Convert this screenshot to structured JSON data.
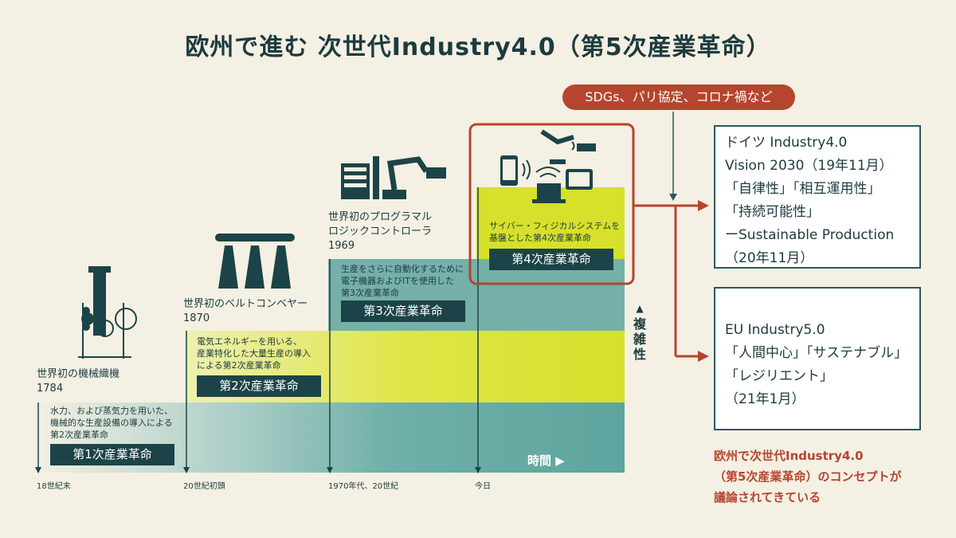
{
  "title": "欧州で進む 次世代Industry4.0（第5次産業革命）",
  "eras": [
    {
      "label": "世界初の機械織機",
      "year": "1784",
      "desc": [
        "水力、および蒸気力を用いた、",
        "機械的な生産設備の導入による",
        "第2次産業革命"
      ],
      "revolution": "第1次産業革命",
      "axis_label": "18世紀末"
    },
    {
      "label": "世界初のベルトコンベヤー",
      "year": "1870",
      "desc": [
        "電気エネルギーを用いる、",
        "産業特化した大量生産の導入",
        "による第2次産業革命"
      ],
      "revolution": "第2次産業革命",
      "axis_label": "20世紀初頭"
    },
    {
      "label": "世界初のプログラマル",
      "label2": "ロジックコントローラ",
      "year": "1969",
      "desc": [
        "生産をさらに自動化するために",
        "電子機器およびITを使用した",
        "第3次産業革命"
      ],
      "revolution": "第3次産業革命",
      "axis_label": "1970年代、20世紀"
    },
    {
      "desc": [
        "サイバー・フィジカルシステムを",
        "基盤とした第4次産業革命"
      ],
      "revolution": "第4次産業革命",
      "axis_label": "今日"
    }
  ],
  "time_label": "時間 ▶",
  "complexity_arrow": "▲",
  "complexity_label": [
    "複",
    "雑",
    "性"
  ],
  "sdgs_label": "SDGs、パリ協定、コロナ禍など",
  "germany_box": [
    "ドイツ Industry4.0",
    "Vision 2030（19年11月）",
    "「自律性」「相互運用性」",
    "「持続可能性」",
    "ーSustainable Production",
    "（20年11月）"
  ],
  "eu_box": [
    "EU Industry5.0",
    "「人間中心」「サステナブル」",
    "「レジリエント」",
    "（21年1月）"
  ],
  "note": [
    "欧州で次世代Industry4.0",
    "（第5次産業革命）のコンセプトが",
    "議論されてきている"
  ],
  "colors": {
    "background": "#f4f0e3",
    "dark_teal": "#1c4448",
    "band_teal": "#5ea59f",
    "band_yellow": "#d7e02a",
    "accent_red": "#b5452e"
  }
}
